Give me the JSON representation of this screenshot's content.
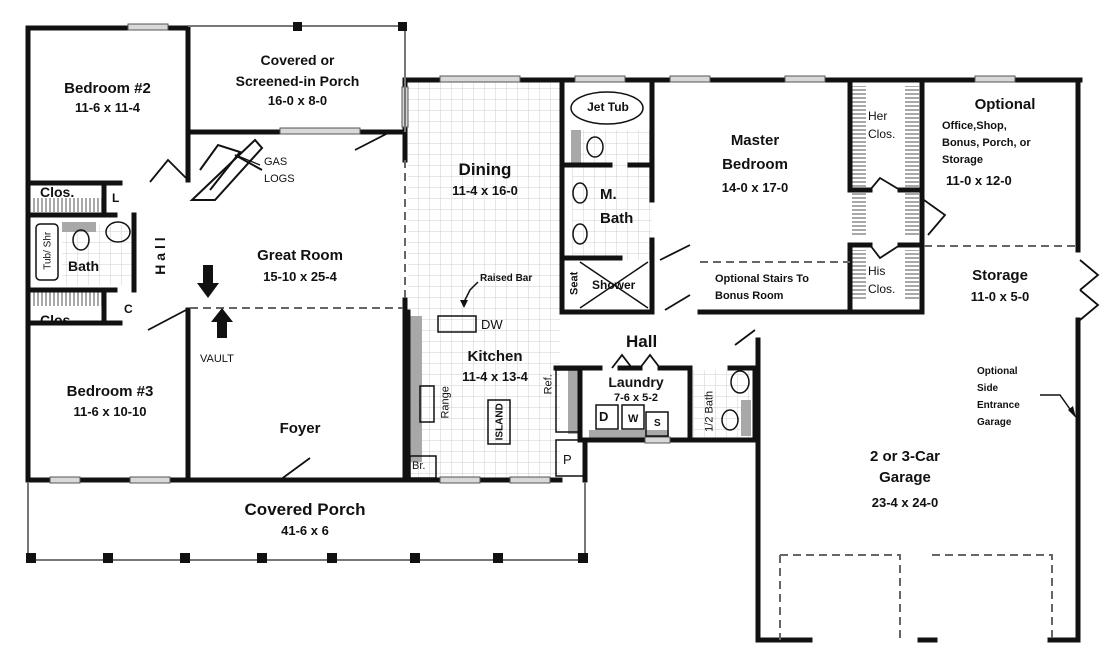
{
  "plan": {
    "rooms": [
      {
        "id": "bedroom2",
        "name": "Bedroom #2",
        "dims": "11-6 x 11-4"
      },
      {
        "id": "screened_porch",
        "name_line1": "Covered or",
        "name_line2": "Screened-in Porch",
        "dims": "16-0 x 8-0"
      },
      {
        "id": "dining",
        "name": "Dining",
        "dims": "11-4 x 16-0"
      },
      {
        "id": "master_bedroom",
        "name_line1": "Master",
        "name_line2": "Bedroom",
        "dims": "14-0 x 17-0"
      },
      {
        "id": "optional_office",
        "name": "Optional",
        "desc_line1": "Office,Shop,",
        "desc_line2": "Bonus, Porch, or",
        "desc_line3": "Storage",
        "dims": "11-0 x 12-0"
      },
      {
        "id": "great_room",
        "name": "Great Room",
        "dims": "15-10 x 25-4"
      },
      {
        "id": "storage",
        "name": "Storage",
        "dims": "11-0 x 5-0"
      },
      {
        "id": "bedroom3",
        "name": "Bedroom #3",
        "dims": "11-6 x 10-10"
      },
      {
        "id": "foyer",
        "name": "Foyer"
      },
      {
        "id": "kitchen",
        "name": "Kitchen",
        "dims": "11-4 x 13-4"
      },
      {
        "id": "laundry",
        "name": "Laundry",
        "dims": "7-6 x 5-2"
      },
      {
        "id": "garage",
        "name_line1": "2 or 3-Car",
        "name_line2": "Garage",
        "dims": "23-4 x 24-0"
      },
      {
        "id": "covered_porch",
        "name": "Covered Porch",
        "dims": "41-6 x 6"
      }
    ],
    "labels": {
      "clos": "Clos.",
      "linen": "L",
      "tub_shr": "Tub/ Shr",
      "bath": "Bath",
      "hall_vertical": "H a l l",
      "coat": "C",
      "gas_logs_1": "GAS",
      "gas_logs_2": "LOGS",
      "vault": "VAULT",
      "jet_tub": "Jet Tub",
      "m_bath_1": "M.",
      "m_bath_2": "Bath",
      "seat": "Seat",
      "shower": "Shower",
      "raised_bar": "Raised Bar",
      "dw": "DW",
      "range": "Range",
      "island": "ISLAND",
      "ref": "Ref.",
      "br": "Br.",
      "pantry": "P",
      "hall": "Hall",
      "dryer": "D",
      "washer": "W",
      "sink": "S",
      "half_bath": "1/2 Bath",
      "her_clos_1": "Her",
      "her_clos_2": "Clos.",
      "his_clos_1": "His",
      "his_clos_2": "Clos.",
      "stairs_1": "Optional Stairs To",
      "stairs_2": "Bonus Room",
      "side_entrance_1": "Optional",
      "side_entrance_2": "Side",
      "side_entrance_3": "Entrance",
      "side_entrance_4": "Garage"
    },
    "colors": {
      "wall": "#111111",
      "window": "#9a9a9a",
      "grid": "#cfcfcf",
      "counter": "#a8a8a8",
      "background": "#ffffff"
    }
  }
}
